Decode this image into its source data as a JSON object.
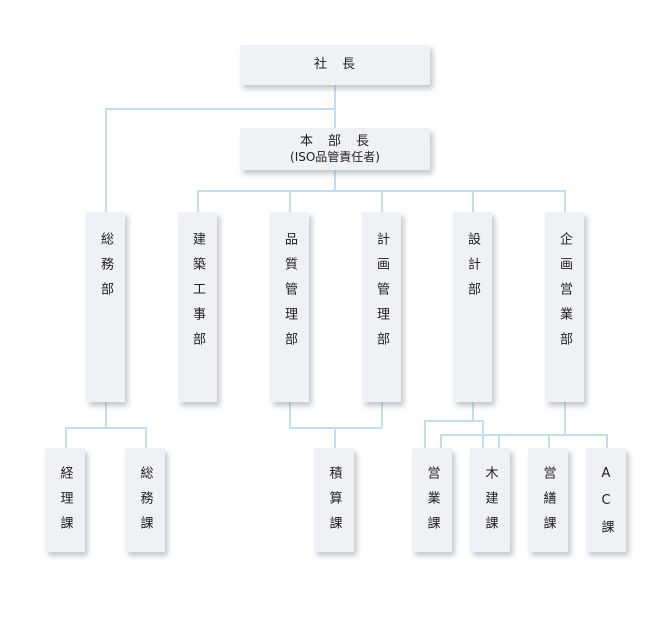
{
  "org": {
    "president": {
      "label": "社　長"
    },
    "general_manager": {
      "title": "本　部　長",
      "subtitle": "(ISO品管責任者)"
    },
    "departments": [
      {
        "label": "総務部"
      },
      {
        "label": "建築工事部"
      },
      {
        "label": "品質管理部"
      },
      {
        "label": "計画管理部"
      },
      {
        "label": "設計部"
      },
      {
        "label": "企画営業部"
      }
    ],
    "sections": [
      {
        "label": "経理課"
      },
      {
        "label": "総務課"
      },
      {
        "label": "積算課"
      },
      {
        "label": "営業課"
      },
      {
        "label": "木建課"
      },
      {
        "label": "営繕課"
      },
      {
        "label": "AC課"
      }
    ],
    "edges": [
      [
        "社長",
        "本部長"
      ],
      [
        "社長",
        "総務部"
      ],
      [
        "本部長",
        "建築工事部"
      ],
      [
        "本部長",
        "品質管理部"
      ],
      [
        "本部長",
        "計画管理部"
      ],
      [
        "本部長",
        "設計部"
      ],
      [
        "本部長",
        "企画営業部"
      ],
      [
        "総務部",
        "経理課"
      ],
      [
        "総務部",
        "総務課"
      ],
      [
        "品質管理部",
        "積算課"
      ],
      [
        "計画管理部",
        "積算課"
      ],
      [
        "設計部",
        "営業課"
      ],
      [
        "設計部",
        "木建課"
      ],
      [
        "企画営業部",
        "営業課"
      ],
      [
        "企画営業部",
        "木建課"
      ],
      [
        "企画営業部",
        "営繕課"
      ],
      [
        "企画営業部",
        "AC課"
      ]
    ],
    "colors": {
      "box_fill": "#eef1f5",
      "connector": "#c4def0",
      "text": "#222222",
      "background": "#ffffff"
    }
  }
}
